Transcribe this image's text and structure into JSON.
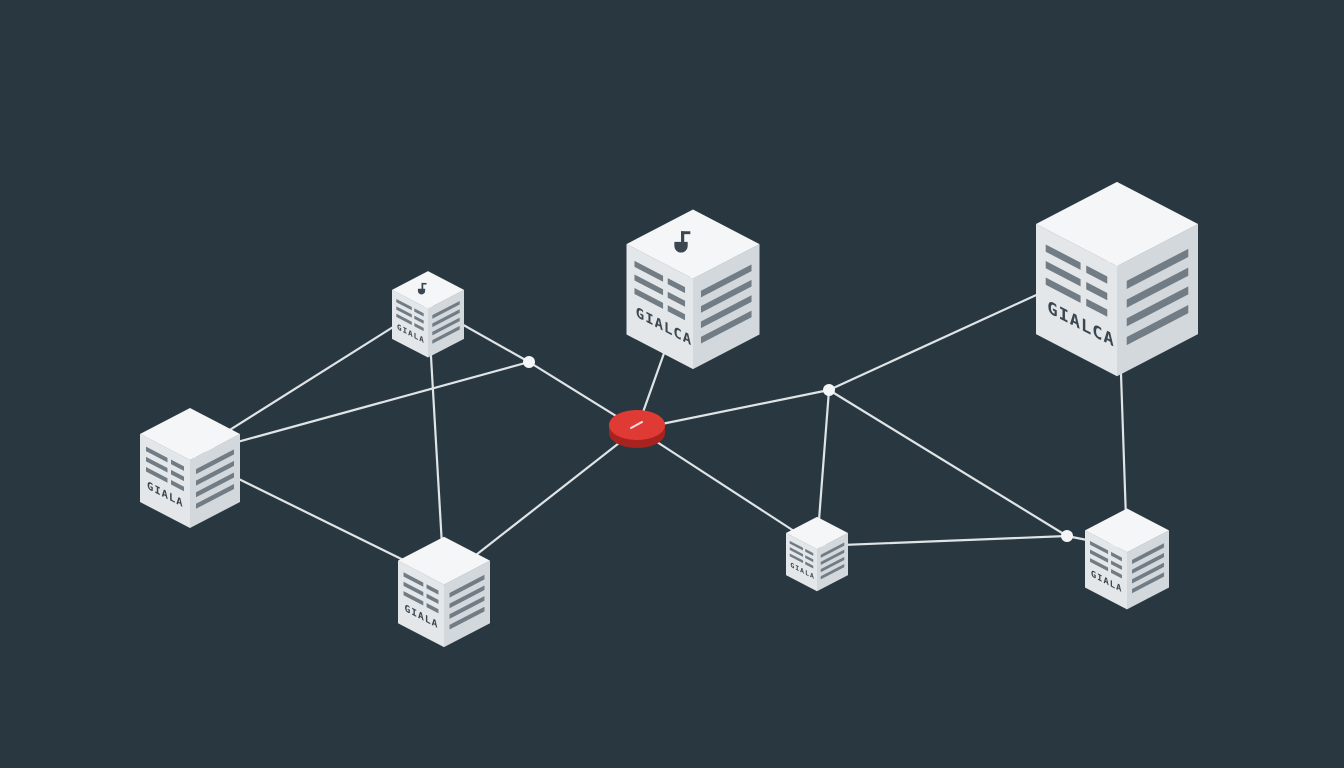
{
  "colors": {
    "background": "#293740",
    "hub": "#e03a35",
    "hub_dark": "#a8231f",
    "connector": "#dfe4e7",
    "node_white": "#f4f6f7"
  },
  "nodes": [
    {
      "id": "n1",
      "label": "GIALA",
      "icon": "",
      "kind": "cube"
    },
    {
      "id": "n2",
      "label": "GIALA",
      "icon": "lock-icon",
      "kind": "cube"
    },
    {
      "id": "n3",
      "label": "GIALCA",
      "icon": "lock-icon",
      "kind": "cube"
    },
    {
      "id": "n4",
      "label": "GIALA",
      "icon": "",
      "kind": "cube"
    },
    {
      "id": "n5",
      "label": "GIALCA",
      "icon": "",
      "kind": "cube"
    },
    {
      "id": "n6",
      "label": "GIALA",
      "icon": "",
      "kind": "cube"
    },
    {
      "id": "n7",
      "label": "GIALA",
      "icon": "",
      "kind": "cube"
    },
    {
      "id": "hub",
      "label": "",
      "icon": "minus-icon",
      "kind": "hub"
    },
    {
      "id": "j1",
      "label": "",
      "icon": "",
      "kind": "junction"
    },
    {
      "id": "j2",
      "label": "",
      "icon": "",
      "kind": "junction"
    },
    {
      "id": "j3",
      "label": "",
      "icon": "",
      "kind": "junction"
    }
  ],
  "edges": [
    [
      "n2",
      "n1"
    ],
    [
      "n2",
      "j1"
    ],
    [
      "n2",
      "n4"
    ],
    [
      "n1",
      "n4"
    ],
    [
      "j1",
      "n1"
    ],
    [
      "j1",
      "hub"
    ],
    [
      "n4",
      "hub"
    ],
    [
      "n3",
      "hub"
    ],
    [
      "hub",
      "j2"
    ],
    [
      "hub",
      "n6"
    ],
    [
      "j2",
      "n5"
    ],
    [
      "j2",
      "n6"
    ],
    [
      "j2",
      "j3"
    ],
    [
      "n6",
      "j3"
    ],
    [
      "j3",
      "n7"
    ],
    [
      "n5",
      "n7"
    ]
  ]
}
